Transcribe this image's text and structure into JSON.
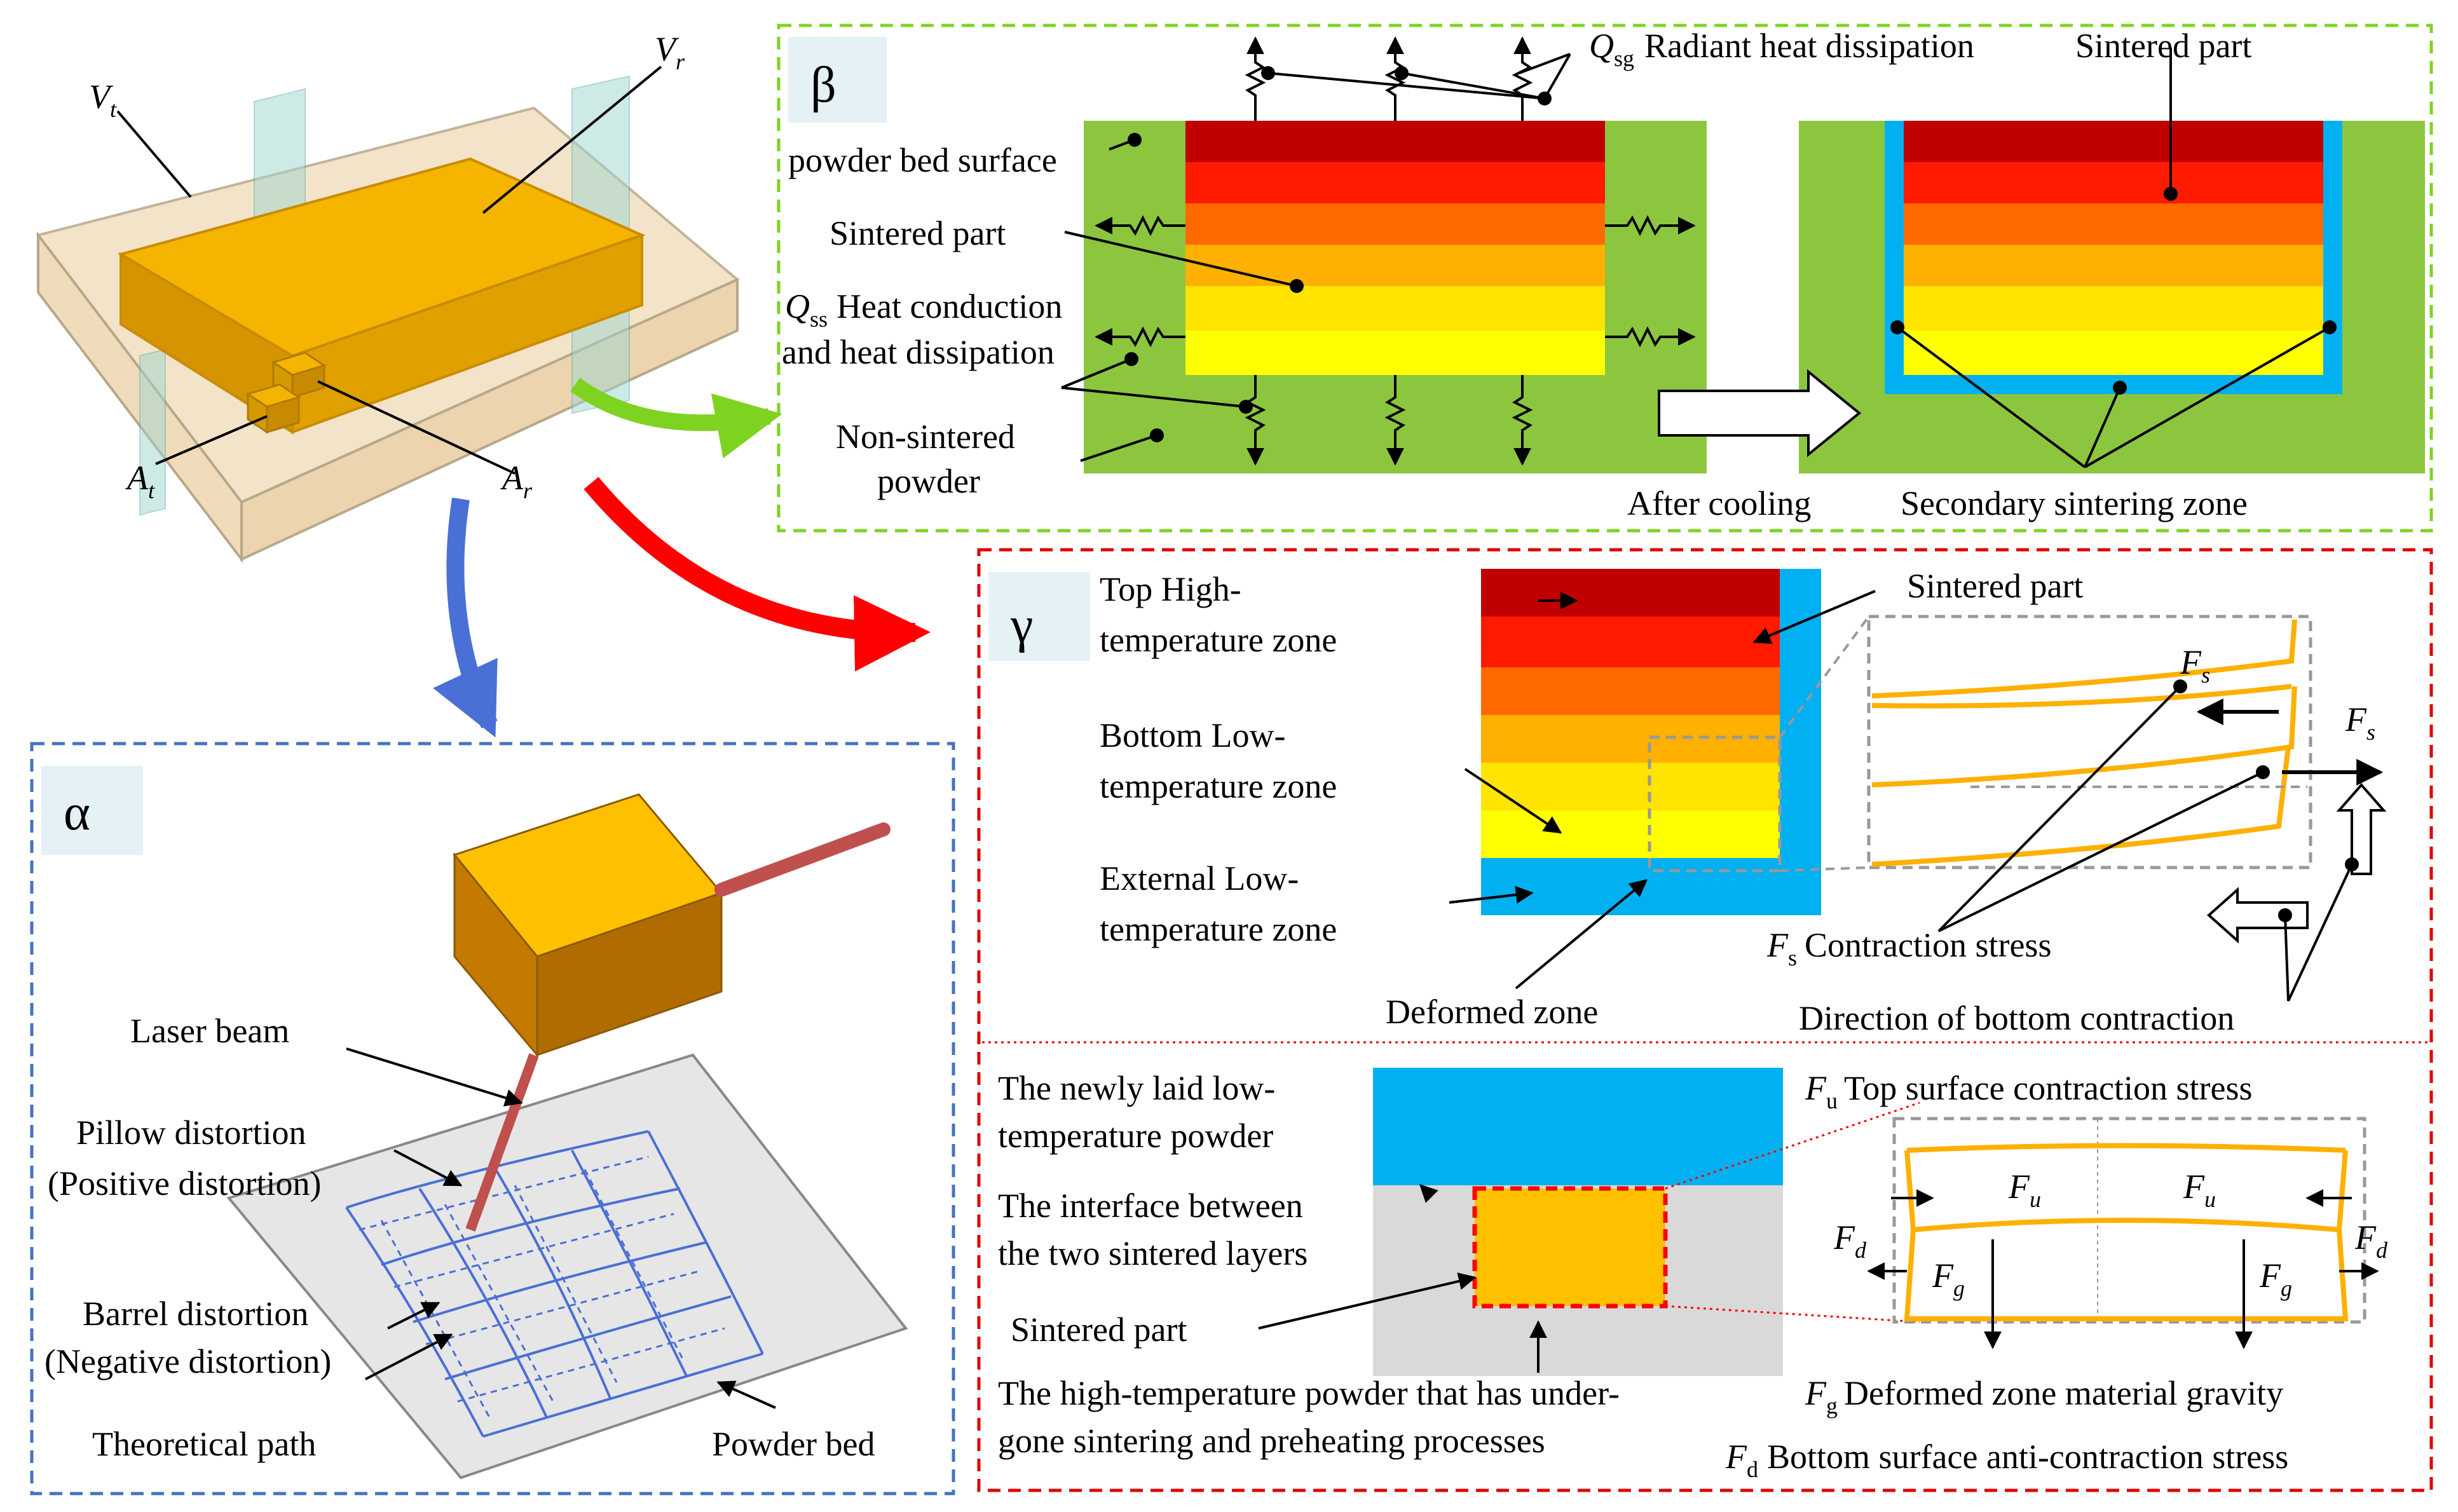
{
  "colors": {
    "zone_dark_red": "#c00000",
    "zone_red": "#ff1a00",
    "zone_orange": "#ff6a00",
    "zone_amber": "#ffb000",
    "zone_yellow": "#ffe400",
    "zone_light_yellow": "#ffff00",
    "powder_green": "#8cc63f",
    "low_temp_blue": "#00b0f0",
    "part_gold": "#ffc000",
    "beta_border": "#7ed321",
    "gamma_border": "#e00000",
    "alpha_border": "#4472c4"
  },
  "top_left_model": {
    "v_t": "V",
    "v_t_sub": "t",
    "v_r": "V",
    "v_r_sub": "r",
    "a_t": "A",
    "a_t_sub": "t",
    "a_r": "A",
    "a_r_sub": "r"
  },
  "beta_panel": {
    "tag": "β",
    "radiant_symbol": "Q",
    "radiant_sub": "sg",
    "radiant_label": "Radiant heat dissipation",
    "sintered_part_right": "Sintered part",
    "powder_bed_surface": "powder bed surface",
    "sintered_part_left": "Sintered part",
    "conduction_symbol": "Q",
    "conduction_sub": "ss",
    "conduction_line1": "Heat conduction",
    "conduction_line2": "and heat dissipation",
    "non_sintered_line1": "Non-sintered",
    "non_sintered_line2": "powder",
    "after_cooling": "After cooling",
    "secondary_zone": "Secondary sintering zone"
  },
  "gamma_panel": {
    "tag": "γ",
    "top_zone_line1": "Top High-",
    "top_zone_line2": "temperature zone",
    "bottom_zone_line1": "Bottom Low-",
    "bottom_zone_line2": "temperature zone",
    "external_zone_line1": "External Low-",
    "external_zone_line2": "temperature zone",
    "sintered_part": "Sintered part",
    "deformed_zone": "Deformed zone",
    "fs_symbol": "F",
    "fs_sub": "s",
    "fs_legend": "Contraction stress",
    "bottom_contraction": "Direction of bottom contraction",
    "newly_laid_line1": "The newly laid low-",
    "newly_laid_line2": "temperature powder",
    "interface_line1": "The interface between",
    "interface_line2": "the two sintered layers",
    "sintered_part_lower": "Sintered part",
    "high_temp_line1": "The high-temperature powder that has under-",
    "high_temp_line2": "gone sintering and preheating processes",
    "fu_symbol": "F",
    "fu_sub": "u",
    "fu_legend": "Top surface contraction stress",
    "fg_symbol": "F",
    "fg_sub": "g",
    "fg_legend": "Deformed zone material gravity",
    "fd_symbol": "F",
    "fd_sub": "d",
    "fd_legend": "Bottom surface anti-contraction stress"
  },
  "alpha_panel": {
    "tag": "α",
    "laser_beam": "Laser beam",
    "pillow_line1": "Pillow distortion",
    "pillow_line2": "(Positive distortion)",
    "barrel_line1": "Barrel distortion",
    "barrel_line2": "(Negative distortion)",
    "theoretical_path": "Theoretical path",
    "powder_bed": "Powder bed"
  }
}
